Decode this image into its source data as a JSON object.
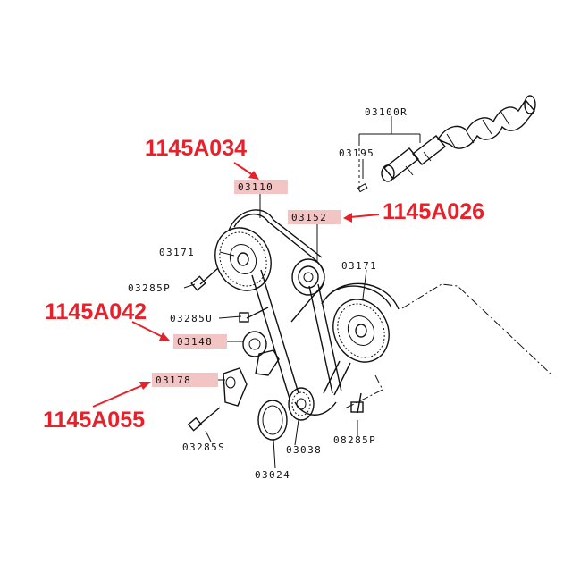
{
  "title": "",
  "callouts": {
    "c1": "1145A034",
    "c2": "1145A026",
    "c3": "1145A042",
    "c4": "1145A055"
  },
  "parts": {
    "p03100R": "03100R",
    "p03195": "03195",
    "p03110": "03110",
    "p03152": "03152",
    "p03171a": "03171",
    "p03171b": "03171",
    "p03285P_left": "03285P",
    "p03285U": "03285U",
    "p03148": "03148",
    "p03178": "03178",
    "p03285S": "03285S",
    "p03038": "03038",
    "p03024": "03024",
    "p08285P": "08285P"
  },
  "highlighted_parts": [
    "03110",
    "03152",
    "03148",
    "03178"
  ],
  "colors": {
    "callout": "#e8202a",
    "highlight": "#f2c4c4",
    "line": "#111111"
  }
}
